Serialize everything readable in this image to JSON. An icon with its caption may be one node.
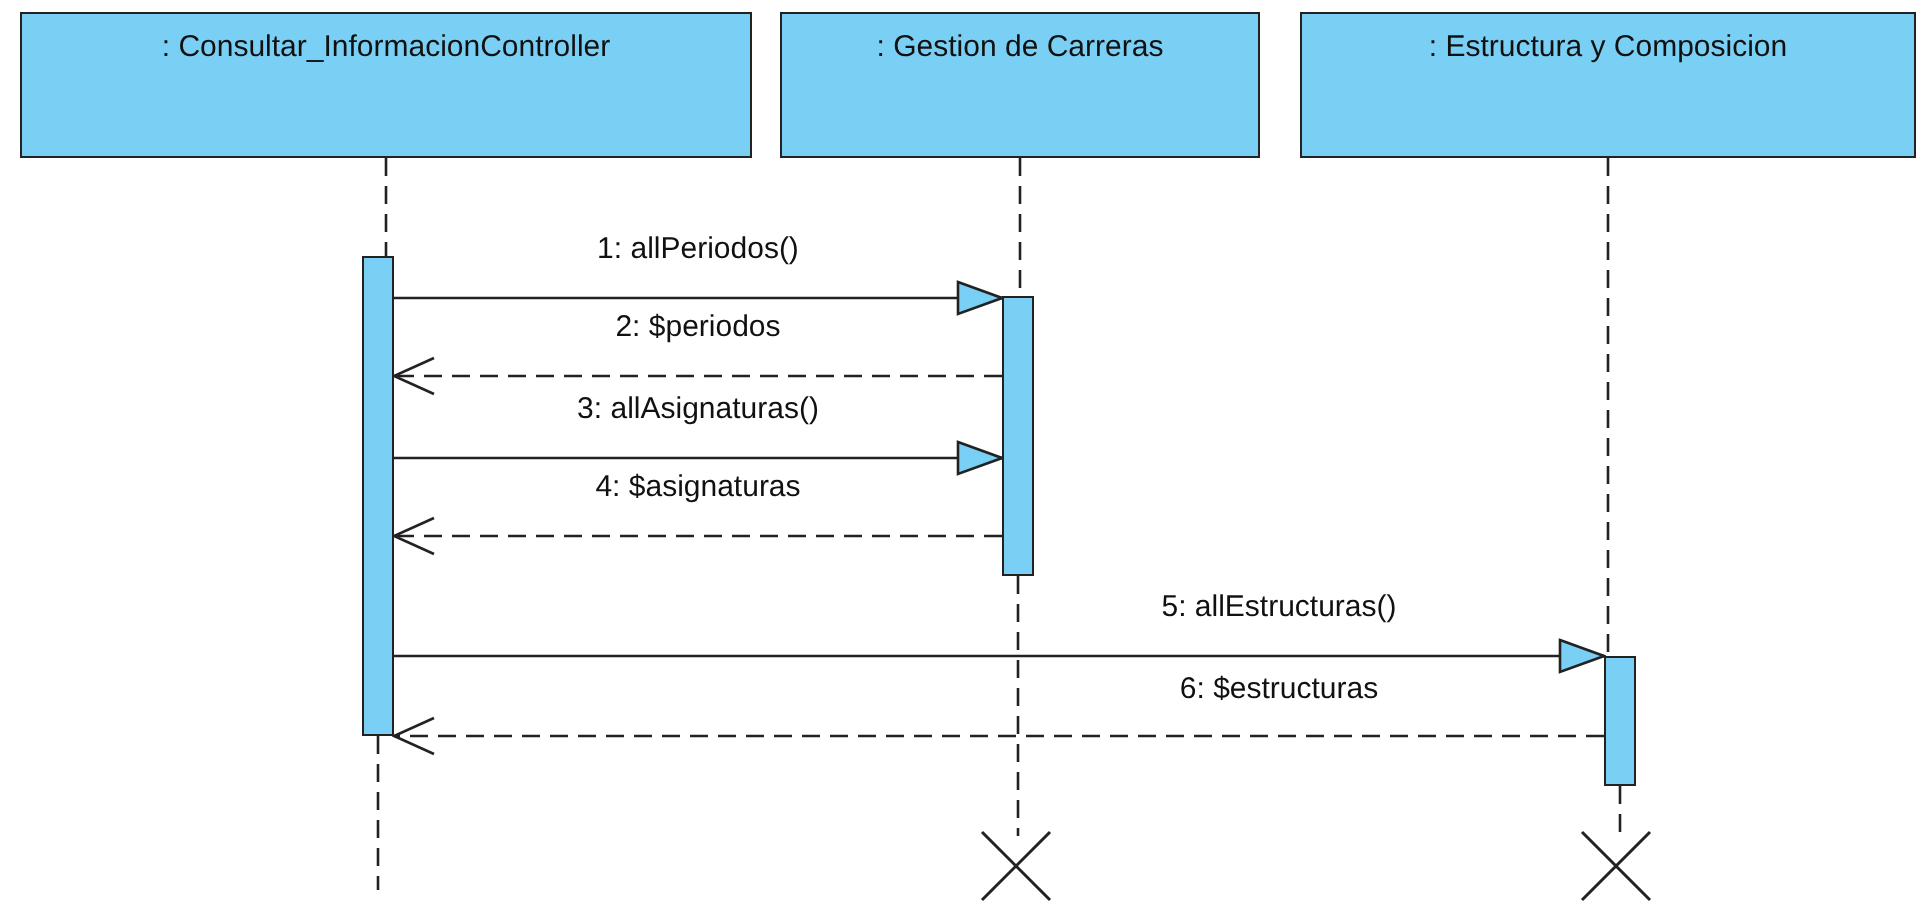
{
  "diagram": {
    "nodes": [
      {
        "text": [
          ": Consultar_InformacionController"
        ]
      },
      {
        "text": [
          ": Gestion de Carreras"
        ]
      },
      {
        "text": [
          ": Estructura y Composicion"
        ]
      },
      {
        "text": [],
        "shape": "bar"
      },
      {
        "text": [],
        "shape": "bar"
      },
      {
        "text": [],
        "shape": "bar"
      },
      {
        "text": [],
        "shape": "cross"
      },
      {
        "text": [],
        "shape": "cross"
      }
    ],
    "edges": [
      {
        "from": 3,
        "to": 4,
        "arrow": "to",
        "label": "1: allPeriodos()"
      },
      {
        "from": 4,
        "to": 3,
        "arrow": "to",
        "label": "2: $periodos",
        "style": "dashed"
      },
      {
        "from": 3,
        "to": 4,
        "arrow": "to",
        "label": "3: allAsignaturas()"
      },
      {
        "from": 4,
        "to": 3,
        "arrow": "to",
        "label": "4: $asignaturas",
        "style": "dashed"
      },
      {
        "from": 3,
        "to": 5,
        "arrow": "to",
        "label": "5: allEstructuras()"
      },
      {
        "from": 5,
        "to": 3,
        "arrow": "to",
        "label": "6: $estructuras",
        "style": "dashed"
      },
      {
        "from": 0,
        "to": 3,
        "arrow": "none",
        "style": "dashed"
      },
      {
        "from": 3,
        "to": null,
        "arrow": "none",
        "style": "dashed"
      },
      {
        "from": 1,
        "to": 4,
        "arrow": "none",
        "style": "dashed"
      },
      {
        "from": 4,
        "to": 6,
        "arrow": "none",
        "style": "dashed"
      },
      {
        "from": 2,
        "to": 5,
        "arrow": "none",
        "style": "dashed"
      },
      {
        "from": 5,
        "to": 7,
        "arrow": "none",
        "style": "dashed"
      }
    ]
  }
}
